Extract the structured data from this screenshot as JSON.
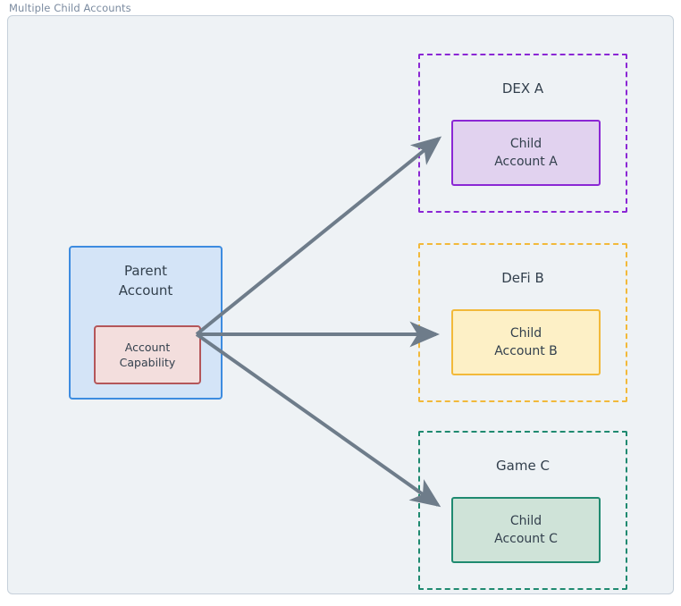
{
  "panel": {
    "title": "Multiple Child Accounts"
  },
  "parent": {
    "title_line1": "Parent",
    "title_line2": "Account",
    "capability_line1": "Account",
    "capability_line2": "Capability"
  },
  "platforms": [
    {
      "id": "dex",
      "title": "DEX A",
      "child_line1": "Child",
      "child_line2": "Account A",
      "border_color": "#8b27d4",
      "fill_color": "#e1d2ef"
    },
    {
      "id": "defi",
      "title": "DeFi B",
      "child_line1": "Child",
      "child_line2": "Account B",
      "border_color": "#f2b93a",
      "fill_color": "#fdf0c6"
    },
    {
      "id": "game",
      "title": "Game C",
      "child_line1": "Child",
      "child_line2": "Account C",
      "border_color": "#1f8a70",
      "fill_color": "#cfe3d8"
    }
  ],
  "connectors": {
    "color": "#6e7c8a",
    "count": 3
  },
  "colors": {
    "canvas": "#eef2f5",
    "panel_border": "#c6d0da",
    "title_text": "#7b8ba0",
    "node_text": "#33404d",
    "parent_fill": "#d4e4f7",
    "parent_border": "#3d8ce0",
    "capability_fill": "#f3dedd",
    "capability_border": "#b4565a"
  }
}
